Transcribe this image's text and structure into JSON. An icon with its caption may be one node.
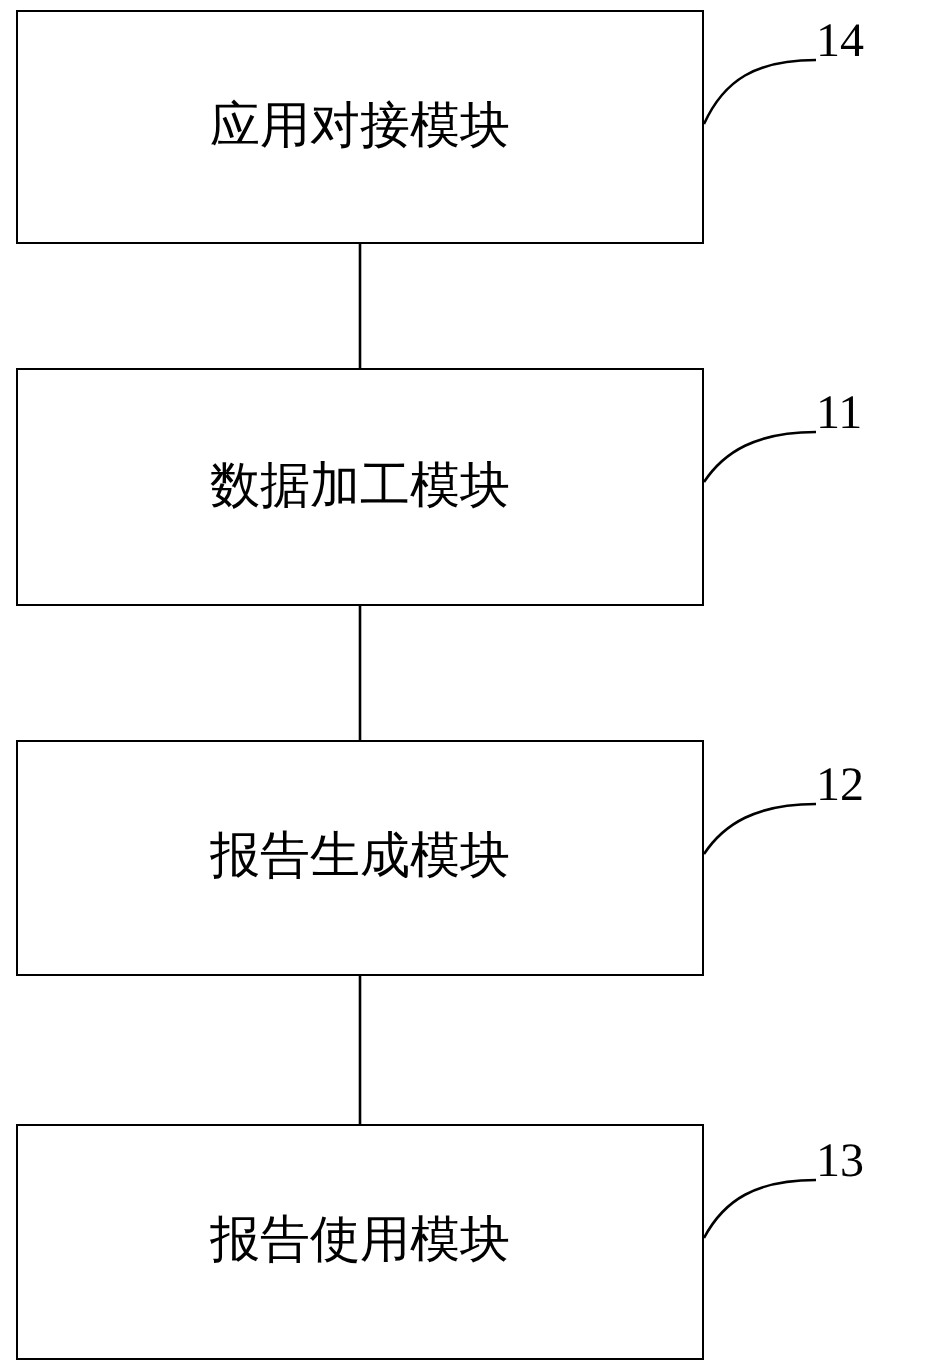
{
  "diagram": {
    "nodes": [
      {
        "text": [
          "应用对接模块"
        ]
      },
      {
        "text": [
          "数据加工模块"
        ]
      },
      {
        "text": [
          "报告生成模块"
        ]
      },
      {
        "text": [
          "报告使用模块"
        ]
      },
      {
        "text": [
          "14"
        ]
      },
      {
        "text": [
          "11"
        ]
      },
      {
        "text": [
          "12"
        ]
      },
      {
        "text": [
          "13"
        ]
      }
    ],
    "edges": [
      {
        "from": 0,
        "to": 1,
        "arrow": "none"
      },
      {
        "from": 1,
        "to": 2,
        "arrow": "none"
      },
      {
        "from": 2,
        "to": 3,
        "arrow": "none"
      },
      {
        "from": 4,
        "to": 0,
        "arrow": "none"
      },
      {
        "from": 5,
        "to": 1,
        "arrow": "none"
      },
      {
        "from": 6,
        "to": 2,
        "arrow": "none"
      },
      {
        "from": 7,
        "to": 3,
        "arrow": "none"
      }
    ]
  }
}
